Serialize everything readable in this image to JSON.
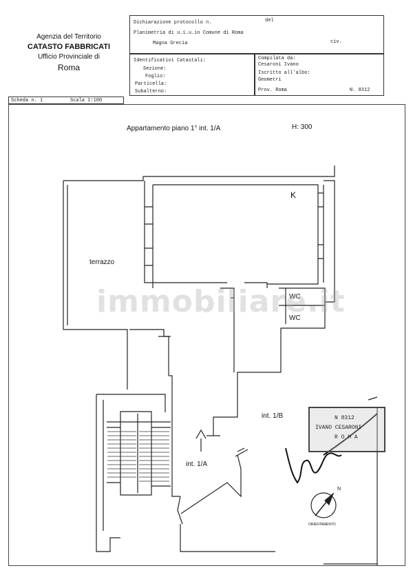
{
  "header": {
    "agency": "Agenzia del Territorio",
    "catasto": "CATASTO FABBRICATI",
    "ufficio": "Ufficio Provinciale di",
    "city": "Roma"
  },
  "protocol_box": {
    "dichiarazione": "Dichiarazione protocollo n.",
    "del": "del",
    "planimetria": "Planimetria di u.i.u.in Comune di Roma",
    "street": "Magna Grecia",
    "civ": "civ."
  },
  "identificativi": {
    "title": "Identificativi Catastali:",
    "sezione": "Sezione:",
    "foglio": "Foglio:",
    "particella": "Particella:",
    "subalterno": "Subalterno:"
  },
  "compilata": {
    "label": "Compilata da:",
    "name": "Cesaroni Ivano",
    "iscritto": "Iscritto all'albo:",
    "albo": "Geometri",
    "prov": "Prov. Roma",
    "numero": "N.  8312"
  },
  "scheda": {
    "scheda": "Scheda n. 1",
    "scala": "Scala 1:100"
  },
  "plan": {
    "title": "Appartamento piano 1° int. 1/A",
    "height": "H: 300",
    "kitchen": "K",
    "terrace": "terrazzo",
    "wc1": "WC",
    "wc2": "WC",
    "int_b": "int. 1/B",
    "int_a": "int. 1/A",
    "north": "N",
    "orientamento": "ORIENTAMENTO"
  },
  "stamp": {
    "line1": "N  8312",
    "line2": "IVANO CESARONI",
    "line3": "R O M A"
  },
  "watermark": "immobiliare.it"
}
